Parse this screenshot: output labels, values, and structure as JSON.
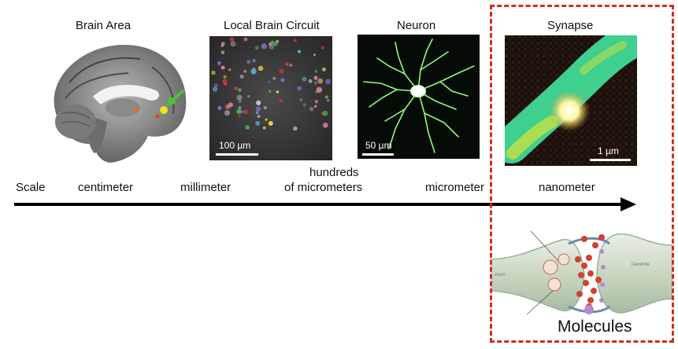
{
  "panels": [
    {
      "title": "Brain Area",
      "scalebar": ""
    },
    {
      "title": "Local Brain Circuit",
      "scalebar": "100 µm"
    },
    {
      "title": "Neuron",
      "scalebar": "50 µm"
    },
    {
      "title": "Synapse",
      "scalebar": "1 µm"
    }
  ],
  "scale": {
    "label": "Scale",
    "units": [
      "centimeter",
      "millimeter",
      "hundreds",
      "of micrometers",
      "micrometer",
      "nanometer"
    ]
  },
  "molecules": {
    "label": "Molecules",
    "axon_label": "Axon",
    "dendrite_label": "Dendrite"
  },
  "colors": {
    "highlight_border": "#d42b22",
    "arrow": "#000000",
    "neuron_green": "#7dff6a",
    "synapse_green": "#3fcf8f"
  }
}
